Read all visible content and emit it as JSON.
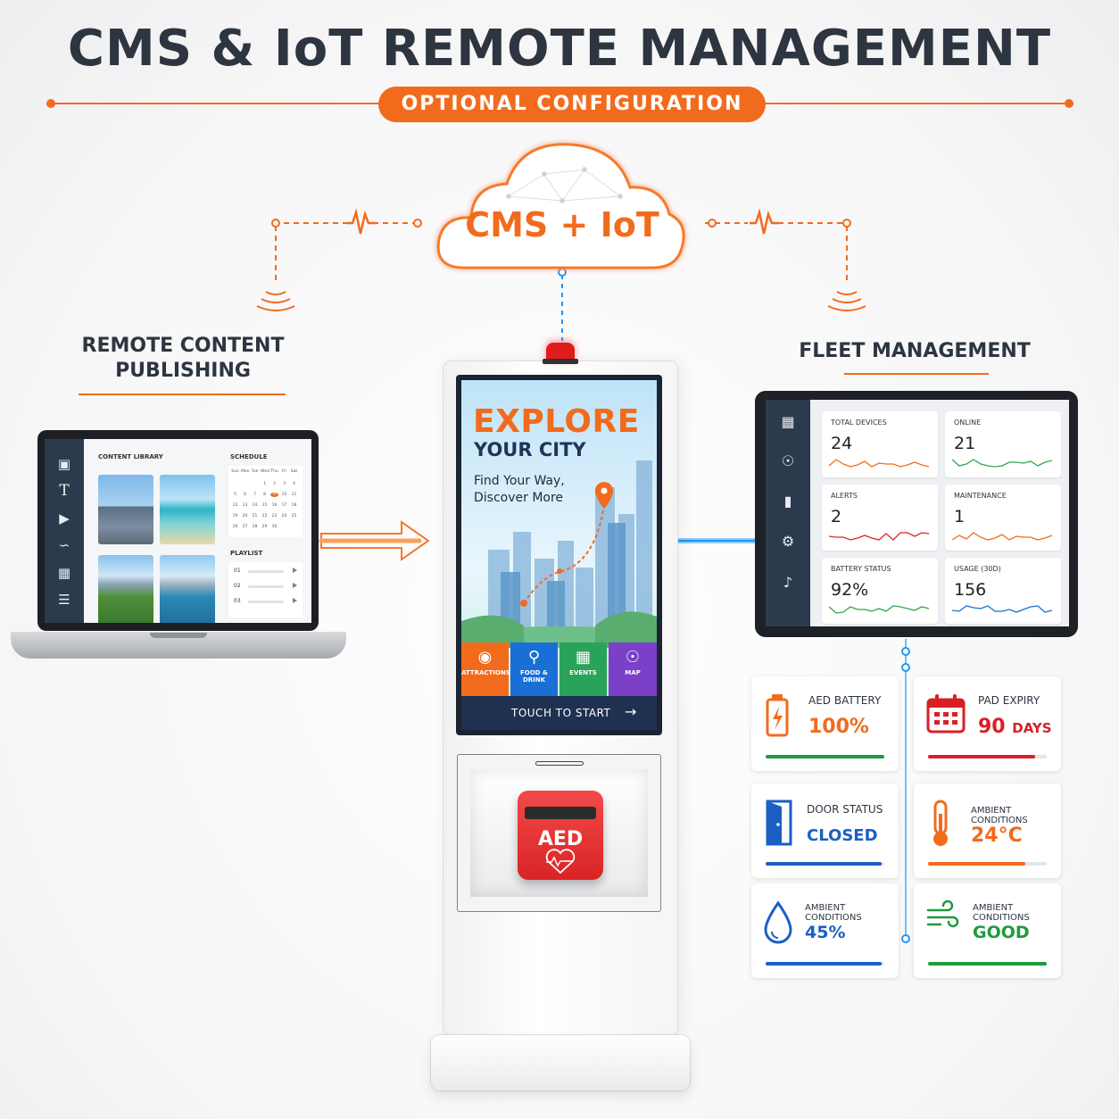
{
  "header": {
    "title": "CMS & IoT REMOTE MANAGEMENT",
    "subtitle": "OPTIONAL CONFIGURATION"
  },
  "cloud": {
    "label": "CMS + IoT"
  },
  "sections": {
    "left": {
      "line1": "REMOTE CONTENT",
      "line2": "PUBLISHING"
    },
    "right": {
      "label": "FLEET MANAGEMENT"
    }
  },
  "laptop": {
    "content_library": "CONTENT LIBRARY",
    "schedule": "SCHEDULE",
    "playlist": "PLAYLIST",
    "playlist_items": [
      "01",
      "02",
      "03"
    ],
    "calendar_days": [
      "Sun",
      "Mon",
      "Tue",
      "Wed",
      "Thu",
      "Fri",
      "Sat"
    ],
    "calendar_dates": [
      "",
      "1",
      "2",
      "",
      "",
      "",
      "",
      "3",
      "4",
      "5",
      "6",
      "7",
      "8",
      "9",
      "10",
      "11",
      "12",
      "13",
      "14",
      "15",
      "16",
      "17",
      "18",
      "19",
      "20",
      "21",
      "22",
      "23",
      "24",
      "25",
      "26",
      "27",
      "28",
      "29",
      "30"
    ]
  },
  "kiosk": {
    "headline": "EXPLORE",
    "subhead": "YOUR CITY",
    "tagline": "Find Your Way, Discover More",
    "tiles": [
      {
        "label": "ATTRACTIONS",
        "icon": "camera-icon",
        "color": "#f26b1d"
      },
      {
        "label": "FOOD & DRINK",
        "icon": "utensils-icon",
        "color": "#1a6fd6"
      },
      {
        "label": "EVENTS",
        "icon": "calendar-icon",
        "color": "#29a35a"
      },
      {
        "label": "MAP",
        "icon": "map-pin-icon",
        "color": "#7b3fc8"
      }
    ],
    "touch_label": "TOUCH TO START",
    "aed_label": "AED"
  },
  "tablet": {
    "metrics": [
      {
        "label": "TOTAL DEVICES",
        "value": "24",
        "color": "#f26b1d"
      },
      {
        "label": "ONLINE",
        "value": "21",
        "color": "#2ea84a"
      },
      {
        "label": "ALERTS",
        "value": "2",
        "color": "#e02424"
      },
      {
        "label": "MAINTENANCE",
        "value": "1",
        "color": "#f26b1d"
      },
      {
        "label": "BATTERY STATUS",
        "value": "92%",
        "color": "#2ea84a"
      },
      {
        "label": "USAGE (30D)",
        "value": "156",
        "color": "#1a6fd6"
      }
    ]
  },
  "status": [
    {
      "label": "AED BATTERY",
      "value": "100%",
      "unit": "",
      "color": "#f26b1d",
      "bar_color": "#1f9a3d",
      "fill": 1.0,
      "icon": "battery-icon"
    },
    {
      "label": "PAD EXPIRY",
      "value": "90",
      "unit": "DAYS",
      "color": "#d81f26",
      "bar_color": "#d81f26",
      "fill": 0.9,
      "icon": "calendar-icon"
    },
    {
      "label": "DOOR STATUS",
      "value": "CLOSED",
      "unit": "",
      "color": "#1a5fc4",
      "bar_color": "#1a5fc4",
      "fill": 0.98,
      "icon": "door-icon"
    },
    {
      "label": "AMBIENT CONDITIONS",
      "value": "24°C",
      "unit": "",
      "color": "#f26b1d",
      "bar_color": "#f26b1d",
      "fill": 0.82,
      "icon": "thermometer-icon"
    },
    {
      "label": "AMBIENT CONDITIONS",
      "value": "45%",
      "unit": "",
      "color": "#1a5fc4",
      "bar_color": "#1a5fc4",
      "fill": 0.98,
      "icon": "droplet-icon"
    },
    {
      "label": "AMBIENT CONDITIONS",
      "value": "GOOD",
      "unit": "",
      "color": "#1f9a3d",
      "bar_color": "#1f9a3d",
      "fill": 1.0,
      "icon": "wind-icon"
    }
  ],
  "colors": {
    "accent": "#f26b1d",
    "navy": "#2c3a4d",
    "blue_link": "#2196f3"
  }
}
